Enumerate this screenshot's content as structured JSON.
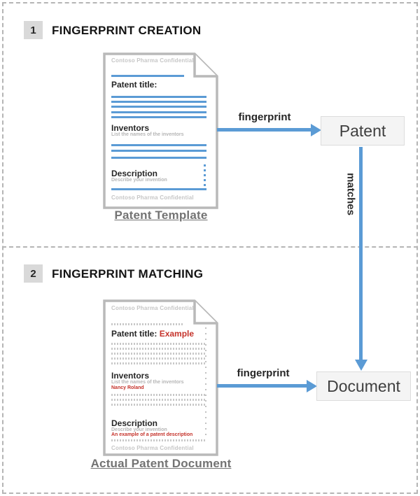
{
  "colors": {
    "accent_blue": "#5B9BD5",
    "alert_red": "#C5332B",
    "divider_gray": "#B5B5B5"
  },
  "matches_label": "matches",
  "section1": {
    "number": "1",
    "title": "FINGERPRINT CREATION",
    "arrow_label": "fingerprint",
    "box_label": "Patent",
    "caption": "Patent Template",
    "doc": {
      "header": "Contoso Pharma Confidential",
      "footer": "Contoso Pharma Confidential",
      "patent_title_label": "Patent title:",
      "inventors_label": "Inventors",
      "inventors_hint": "List the names of the inventors",
      "description_label": "Description",
      "description_hint": "Describe your invention"
    }
  },
  "section2": {
    "number": "2",
    "title": "FINGERPRINT MATCHING",
    "arrow_label": "fingerprint",
    "box_label": "Document",
    "caption": "Actual Patent Document",
    "doc": {
      "header": "Contoso Pharma Confidential",
      "footer": "Contoso Pharma Confidential",
      "patent_title_label": "Patent title:",
      "patent_title_value": "Example",
      "inventors_label": "Inventors",
      "inventors_hint": "List the names of the inventors",
      "inventors_value": "Nancy Roland",
      "description_label": "Description",
      "description_hint": "Describe your invention",
      "description_value": "An example of a patent description"
    }
  }
}
